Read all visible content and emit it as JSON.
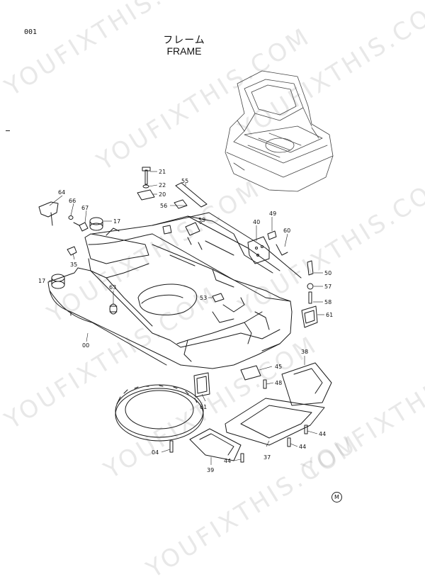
{
  "page_number": "001",
  "title_jp": "フレーム",
  "title_en": "FRAME",
  "badge": "M",
  "watermark": "YOUFIXTHIS.COM",
  "part_labels": [
    "21",
    "22",
    "20",
    "55",
    "56",
    "64",
    "66",
    "67",
    "17",
    "59",
    "49",
    "40",
    "60",
    "35",
    "17",
    "50",
    "57",
    "58",
    "63",
    "53",
    "61",
    "00",
    "38",
    "45",
    "48",
    "61",
    "44",
    "44",
    "04",
    "37",
    "44",
    "39"
  ]
}
